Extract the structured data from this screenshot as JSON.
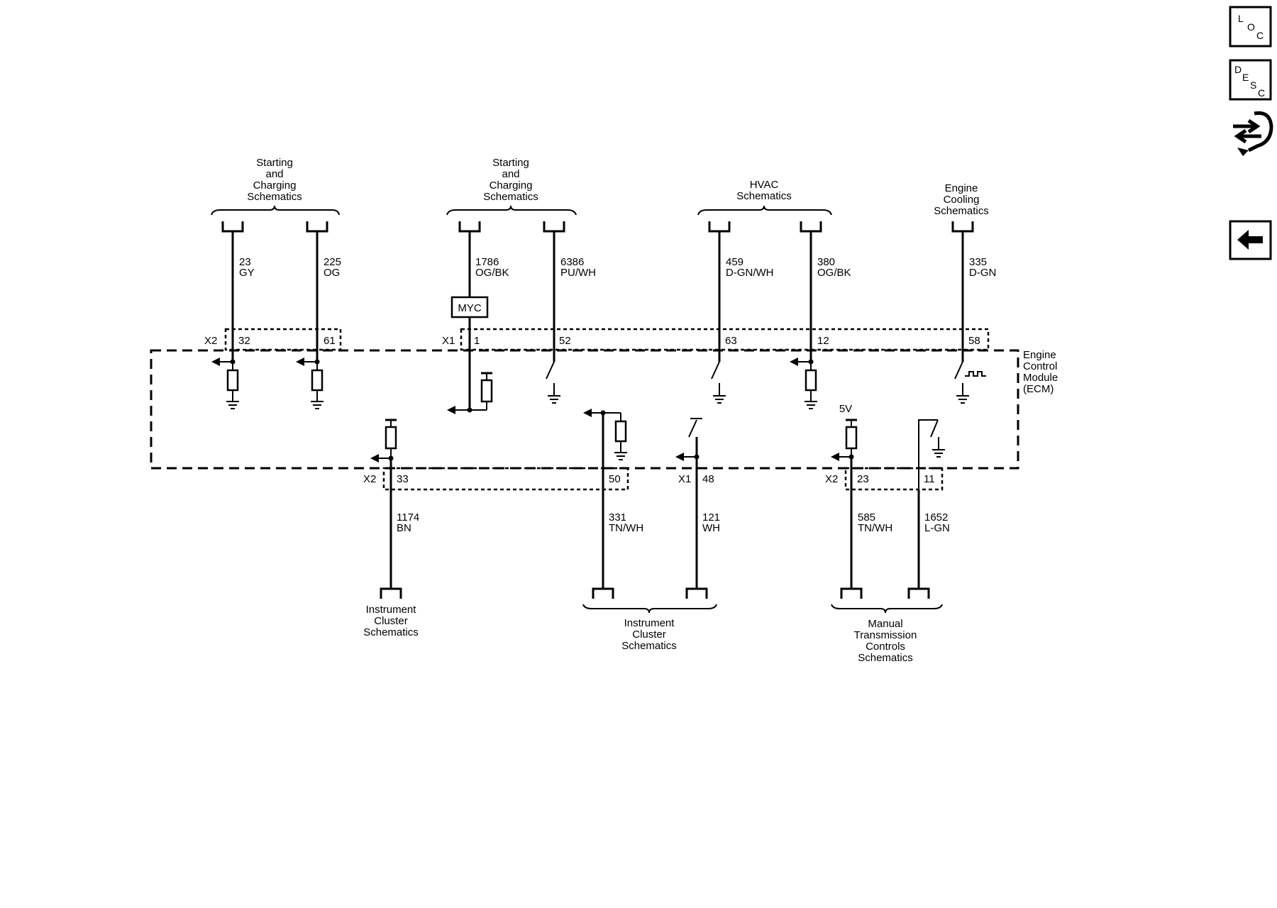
{
  "nav": {
    "loc": {
      "l1": "L",
      "l2": "O",
      "l3": "C"
    },
    "desc": {
      "l1": "D",
      "l2": "E",
      "l3": "S",
      "l4": "C"
    }
  },
  "module": {
    "line1": "Engine",
    "line2": "Control",
    "line3": "Module",
    "line4": "(ECM)"
  },
  "connectors": {
    "x1": "X1",
    "x2": "X2"
  },
  "myc": "MYC",
  "voltage_5v": "5V",
  "destinations": {
    "top1": [
      "Starting",
      "and",
      "Charging",
      "Schematics"
    ],
    "top2": [
      "Starting",
      "and",
      "Charging",
      "Schematics"
    ],
    "top3": [
      "HVAC",
      "Schematics"
    ],
    "top4": [
      "Engine",
      "Cooling",
      "Schematics"
    ],
    "bot1": [
      "Instrument",
      "Cluster",
      "Schematics"
    ],
    "bot2": [
      "Instrument",
      "Cluster",
      "Schematics"
    ],
    "bot3": [
      "Manual",
      "Transmission",
      "Controls",
      "Schematics"
    ]
  },
  "wires": {
    "w23": {
      "circuit": "23",
      "color": "GY",
      "pin": "32"
    },
    "w225": {
      "circuit": "225",
      "color": "OG",
      "pin": "61"
    },
    "w1786": {
      "circuit": "1786",
      "color": "OG/BK",
      "pin": "1"
    },
    "w6386": {
      "circuit": "6386",
      "color": "PU/WH",
      "pin": "52"
    },
    "w459": {
      "circuit": "459",
      "color": "D-GN/WH",
      "pin": "63"
    },
    "w380": {
      "circuit": "380",
      "color": "OG/BK",
      "pin": "12"
    },
    "w335": {
      "circuit": "335",
      "color": "D-GN",
      "pin": "58"
    },
    "w1174": {
      "circuit": "1174",
      "color": "BN",
      "pin": "33"
    },
    "w331": {
      "circuit": "331",
      "color": "TN/WH",
      "pin": "50"
    },
    "w121": {
      "circuit": "121",
      "color": "WH",
      "pin": "48"
    },
    "w585": {
      "circuit": "585",
      "color": "TN/WH",
      "pin": "23"
    },
    "w1652": {
      "circuit": "1652",
      "color": "L-GN",
      "pin": "11"
    }
  }
}
